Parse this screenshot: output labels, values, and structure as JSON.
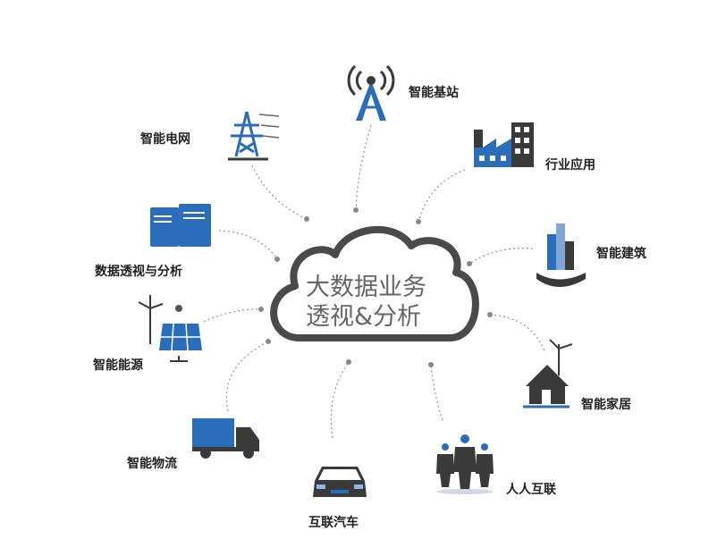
{
  "center": {
    "line1": "大数据业务",
    "line2": "透视&分析"
  },
  "nodes": [
    {
      "id": "base-station",
      "label": "智能基站",
      "icon": "radio-tower-icon"
    },
    {
      "id": "power-grid",
      "label": "智能电网",
      "icon": "power-pylon-icon"
    },
    {
      "id": "industry",
      "label": "行业应用",
      "icon": "factory-icon"
    },
    {
      "id": "data-analysis",
      "label": "数据透视与分析",
      "icon": "server-icon"
    },
    {
      "id": "building",
      "label": "智能建筑",
      "icon": "building-hand-icon"
    },
    {
      "id": "energy",
      "label": "智能能源",
      "icon": "solar-wind-icon"
    },
    {
      "id": "home",
      "label": "智能家居",
      "icon": "smart-home-icon"
    },
    {
      "id": "logistics",
      "label": "智能物流",
      "icon": "truck-icon"
    },
    {
      "id": "car",
      "label": "互联汽车",
      "icon": "car-icon"
    },
    {
      "id": "people",
      "label": "人人互联",
      "icon": "people-icon"
    }
  ],
  "colors": {
    "accent": "#2a6ebb",
    "dark": "#3a3a3a",
    "cloud": "#4a4a4a"
  }
}
